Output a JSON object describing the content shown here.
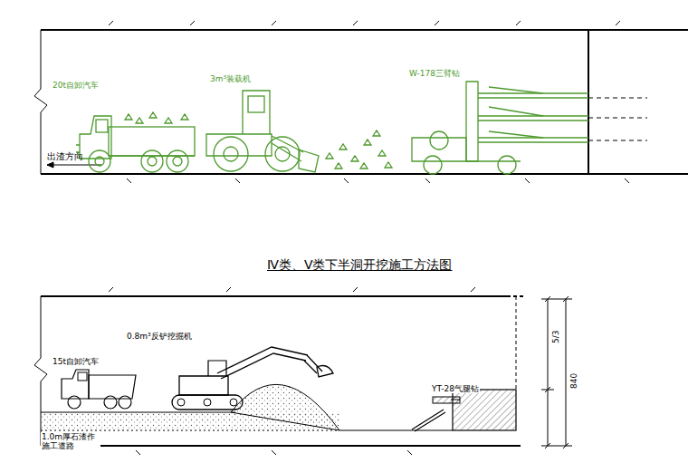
{
  "diagram": {
    "title": "Ⅳ类、Ⅴ类下半洞开挖施工方法图",
    "labels": [
      "20t自卸汽车",
      "3m³装载机",
      "W-178三臂钻",
      "出渣方向",
      "15t自卸汽车",
      "0.8m³反铲挖掘机",
      "YT-28气腿钻",
      "1.0m厚石渣作 施工道路",
      "5/3",
      "840"
    ]
  }
}
